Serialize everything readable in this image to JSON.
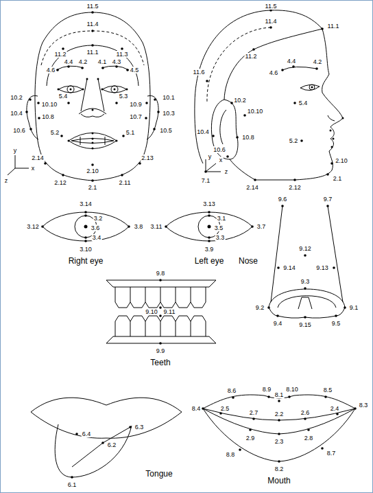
{
  "diagram": {
    "labels": [
      "11.5",
      "11.4",
      "11.2",
      "11.1",
      "11.3",
      "4.4",
      "4.2",
      "4.1",
      "4.3",
      "4.6",
      "4.5",
      "10.2",
      "10.1",
      "10.10",
      "10.9",
      "10.4",
      "10.3",
      "5.4",
      "5.3",
      "10.8",
      "10.7",
      "10.6",
      "10.5",
      "5.2",
      "5.1",
      "y",
      "x",
      "z",
      "2.14",
      "2.13",
      "2.10",
      "2.12",
      "2.11",
      "2.1",
      "11.5",
      "11.4",
      "11.2",
      "11.1",
      "4.4",
      "4.6",
      "4.2",
      "11.6",
      "10.2",
      "10.10",
      "5.4",
      "10.4",
      "10.8",
      "5.2",
      "10.6",
      "y",
      "x",
      "7.1",
      "z",
      "2.10",
      "2.14",
      "2.12",
      "2.1",
      "3.14",
      "3.2",
      "3.12",
      "3.6",
      "3.8",
      "3.4",
      "3.10",
      "Right eye",
      "3.13",
      "3.1",
      "3.11",
      "3.5",
      "3.7",
      "3.3",
      "3.9",
      "Left eye",
      "9.6",
      "9.7",
      "Nose",
      "9.12",
      "9.14",
      "9.13",
      "9.3",
      "9.2",
      "9.1",
      "9.4",
      "9.15",
      "9.5",
      "9.8",
      "9.10",
      "9.11",
      "9.9",
      "Teeth",
      "6.4",
      "6.2",
      "6.3",
      "6.1",
      "Tongue",
      "8.6",
      "8.9",
      "8.1",
      "8.10",
      "8.5",
      "8.4",
      "8.3",
      "2.5",
      "2.7",
      "2.2",
      "2.6",
      "2.4",
      "2.9",
      "2.3",
      "2.8",
      "8.8",
      "8.7",
      "8.2",
      "Mouth"
    ]
  }
}
